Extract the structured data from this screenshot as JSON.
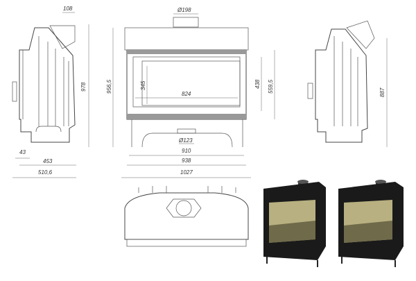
{
  "drawing": {
    "side_view_left": {
      "flue_offset": "108",
      "height": "978",
      "foot_offset": "43",
      "depth": "453",
      "total_depth": "510,6"
    },
    "front_view": {
      "flue_diameter": "Ø198",
      "total_height": "956,5",
      "glass_height": "345",
      "glass_width": "824",
      "door_height": "438",
      "frame_height": "559,5",
      "air_inlet_diameter": "Ø123",
      "width_910": "910",
      "width_938": "938",
      "total_width": "1027"
    },
    "side_view_right": {
      "height": "887"
    },
    "colors": {
      "line": "#555555",
      "render_body": "#1a1a1a",
      "fire_glass": "#b8b080"
    }
  }
}
